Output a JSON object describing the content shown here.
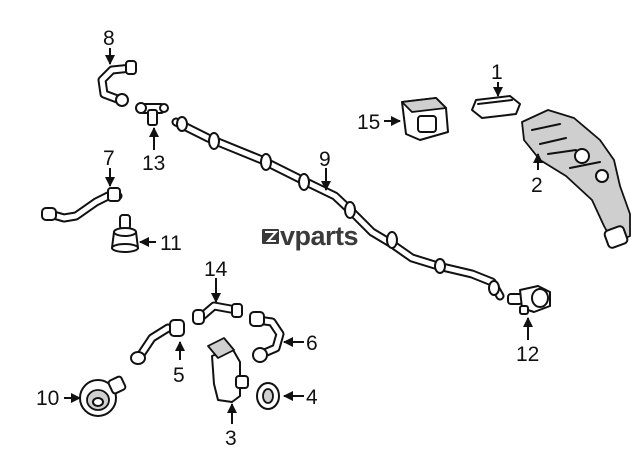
{
  "diagram": {
    "watermark": "vparts",
    "watermark_logo": "carparts-logo-icon",
    "callouts": [
      {
        "id": "c1",
        "number": "1"
      },
      {
        "id": "c2",
        "number": "2"
      },
      {
        "id": "c3",
        "number": "3"
      },
      {
        "id": "c4",
        "number": "4"
      },
      {
        "id": "c5",
        "number": "5"
      },
      {
        "id": "c6",
        "number": "6"
      },
      {
        "id": "c7",
        "number": "7"
      },
      {
        "id": "c8",
        "number": "8"
      },
      {
        "id": "c9",
        "number": "9"
      },
      {
        "id": "c10",
        "number": "10"
      },
      {
        "id": "c11",
        "number": "11"
      },
      {
        "id": "c12",
        "number": "12"
      },
      {
        "id": "c13",
        "number": "13"
      },
      {
        "id": "c14",
        "number": "14"
      },
      {
        "id": "c15",
        "number": "15"
      }
    ]
  }
}
